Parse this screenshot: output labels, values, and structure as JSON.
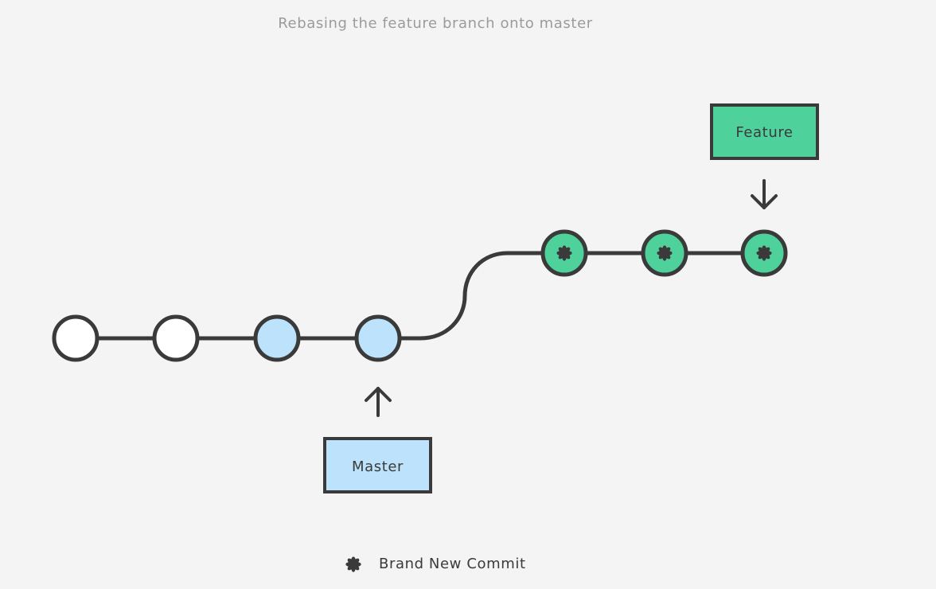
{
  "title": "Rebasing the feature branch onto master",
  "colors": {
    "background": "#f4f4f4",
    "stroke": "#3a3a3a",
    "master_fill": "#bde2fb",
    "feature_fill": "#4fd19c",
    "plain_fill": "#ffffff",
    "title_text": "#9b9b9b"
  },
  "commits": [
    {
      "branch": "base",
      "fill": "plain",
      "new": false
    },
    {
      "branch": "base",
      "fill": "plain",
      "new": false
    },
    {
      "branch": "master",
      "fill": "master",
      "new": false
    },
    {
      "branch": "master",
      "fill": "master",
      "new": false
    },
    {
      "branch": "feature",
      "fill": "feature",
      "new": true
    },
    {
      "branch": "feature",
      "fill": "feature",
      "new": true
    },
    {
      "branch": "feature",
      "fill": "feature",
      "new": true
    }
  ],
  "labels": {
    "master": "Master",
    "feature": "Feature"
  },
  "legend": {
    "icon": "asterisk-icon",
    "text": "Brand New Commit"
  }
}
